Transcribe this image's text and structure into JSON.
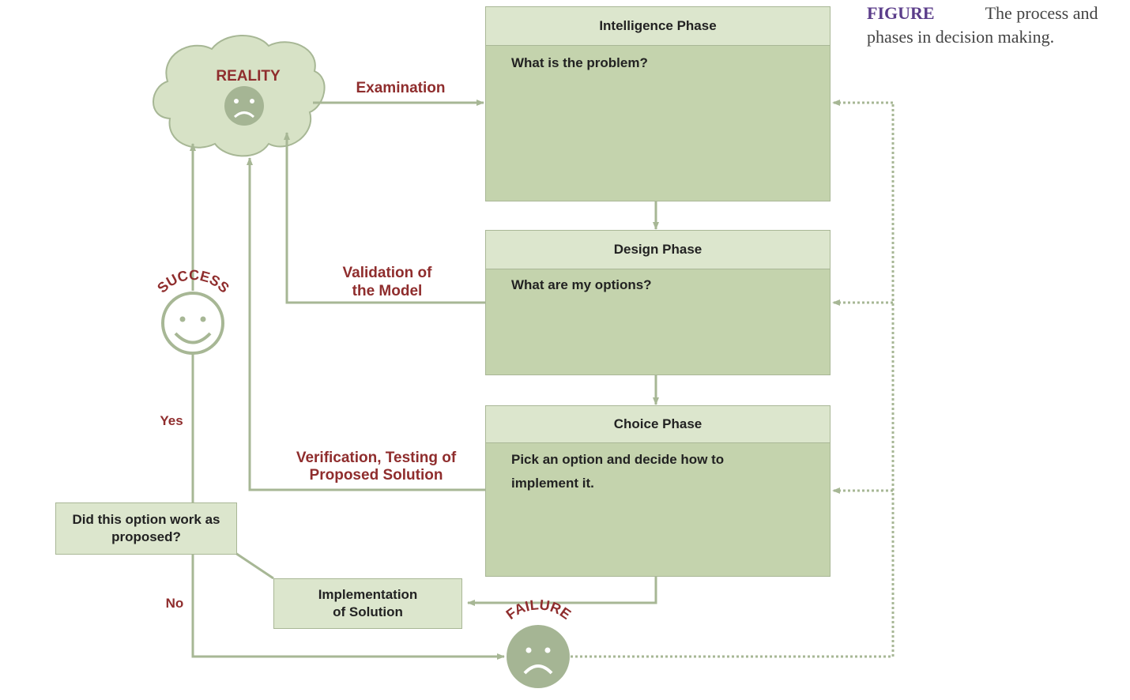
{
  "caption": {
    "figure_label": "FIGURE",
    "text": "The process and phases in decision making."
  },
  "reality": {
    "label": "REALITY"
  },
  "phases": [
    {
      "title": "Intelligence Phase",
      "question": "What is the problem?"
    },
    {
      "title": "Design Phase",
      "question": "What are my options?"
    },
    {
      "title": "Choice Phase",
      "question": "Pick an option and decide how to implement it."
    }
  ],
  "edge_labels": {
    "examination": "Examination",
    "validation_line1": "Validation of",
    "validation_line2": "the Model",
    "verification_line1": "Verification, Testing of",
    "verification_line2": "Proposed Solution",
    "yes": "Yes",
    "no": "No"
  },
  "decision": {
    "text": "Did this option work as proposed?"
  },
  "implementation": {
    "text": "Implementation of Solution"
  },
  "outcomes": {
    "success": "SUCCESS",
    "failure": "FAILURE"
  },
  "colors": {
    "line": "#a7b795",
    "box_fill": "#c4d3ad",
    "header_fill": "#dce6cd",
    "label_red": "#8f2d2d",
    "caption_purple": "#5b3d8a"
  }
}
